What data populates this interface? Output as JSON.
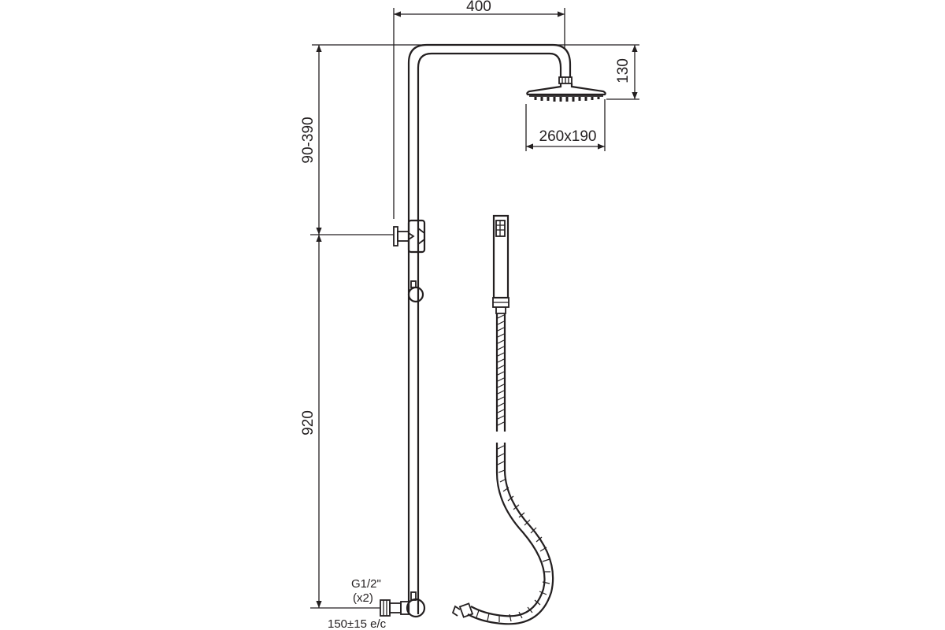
{
  "dimensions": {
    "arm_reach": "400",
    "head_height": "130",
    "head_size": "260x190",
    "adjustable_height": "90-390",
    "rail_height": "920"
  },
  "connection": {
    "thread": "G1/2\"",
    "quantity": "(x2)",
    "center_distance": "150±15 e/c"
  },
  "colors": {
    "line": "#231f20",
    "background": "#ffffff"
  }
}
